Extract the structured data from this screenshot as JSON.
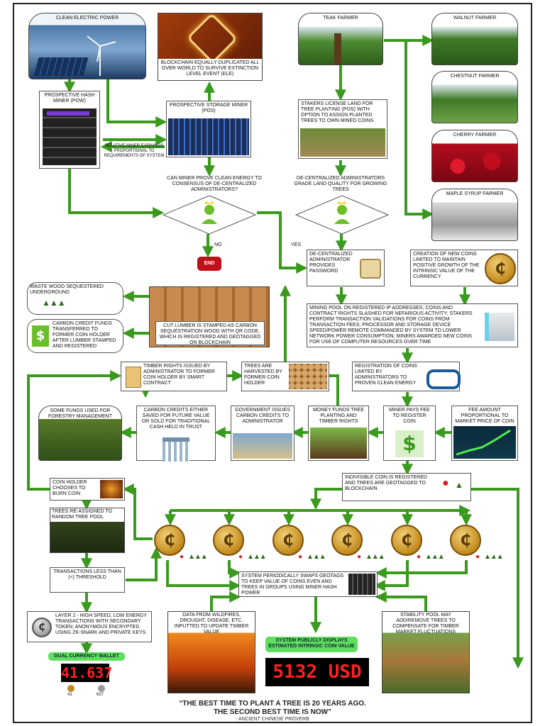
{
  "farmers": {
    "teak": "TEAK FARMER",
    "walnut": "WALNUT FARMER",
    "chestnut": "CHESTNUT FARMER",
    "cherry": "CHERRY FARMER",
    "maple": "MAPLE SYRUP FARMER"
  },
  "top": {
    "clean_power": "CLEAN ELECTRIC POWER",
    "blockchain": "BLOCKCHAIN EQUALLY DUPLICATED ALL OVER WORLD TO SURVIVE EXTINCTION LEVEL EVENT (ELE)",
    "hash_miner": "PROSPECTIVE HASH MINER (POW)",
    "storage_miner": "PROSPECTIVE STORAGE MINER (POS)",
    "relative_earnings": "RELATIVE MINER EARNINGS PROPORTIONAL TO REQUIREMENTS OF SYSTEM",
    "stakers": "STAKERS LICENSE LAND FOR TREE PLANTING (POS) WITH OPTION TO ASSIGN PLANTED TREES TO OWN MINED COINS",
    "can_miner_prove": "CAN MINER PROVE CLEAN ENERGY TO CONSENSUS OF DE-CENTRALIZED ADMINISTRATORS?",
    "admins_grade": "DE-CENTRALIZED ADMINISTRATORS GRADE LAND QUALITY FOR GROWING TREES",
    "no": "NO",
    "yes": "YES",
    "end": "END",
    "admin_password": "DE-CENTRALIZED ADMINISTRATOR PROVIDES PASSWORD",
    "creation_new_coins": "CREATION OF NEW COINS LIMITED TO MAINTAIN POSITIVE GROWTH OF THE INTRINSIC VALUE OF THE CURRENCY"
  },
  "middle": {
    "waste_wood": "WASTE WOOD SEQUESTERED UNDERGROUND",
    "carbon_credit_funds": "CARBON CREDIT FUNDS TRANSFERRED TO FORMER COIN HOLDER AFTER LUMBER STAMPED AND REGISTERED",
    "cut_lumber": "CUT LUMBER IS STAMPED AS CARBON SEQUESTRATION WOOD WITH QR CODE, WHICH IS REGISTERED AND GEOTAGGED ON BLOCKCHAIN",
    "mining_pool": "MINING POOL ON REGISTERED IP ADDRESSES; COINS AND CONTRACT RIGHTS SLASHED FOR NEFARIOUS ACTIVITY; STAKERS PERFORM TRANSACTION VALIDATIONS FOR COINS FROM TRANSACTION FEES; PROCESSOR AND STORAGE DEVICE SPEED/POWER REMOTE COMMANDED BY SYSTEM TO LOWER NETWORK POWER CONSUMPTION; MINERS AWARDED NEW COINS FOR USE OF COMPUTER RESOURCES OVER TIME",
    "timber_rights": "TIMBER RIGHTS ISSUED BY ADMINISTRATOR TO FORMER COIN HOLDER BY SMART CONTRACT",
    "trees_harvested": "TREES ARE HARVESTED BY FORMER COIN HOLDER",
    "registration_coins": "REGISTRATION OF COINS LIMITED BY ADMINISTRATORS TO PROVEN CLEAN ENERGY",
    "some_funds": "SOME FUNDS USED FOR FORESTRY MANAGEMENT",
    "carbon_credits_saved": "CARBON CREDITS EITHER SAVED FOR FUTURE VALUE OR SOLD FOR TRADITIONAL CASH HELD IN TRUST",
    "govt_issues": "GOVERNMENT ISSUES CARBON CREDITS TO ADMINISTRATOR",
    "money_funds": "MONEY FUNDS TREE PLANTING AND TIMBER RIGHTS",
    "miner_pays_fee": "MINER PAYS FEE TO REGISTER COIN",
    "fee_amount": "FEE AMOUNT PROPORTIONAL TO MARKET PRICE OF COIN"
  },
  "bottom": {
    "burn_coin": "COIN HOLDER CHOOSES TO BURN COIN",
    "indivisible": "INDIVISIBLE COIN IS REGISTERED AND TREES ARE GEOTAGGED TO BLOCKCHAIN",
    "reassigned": "TREES RE-ASSIGNED TO RANDOM TREE POOL",
    "transactions_less": "TRANSACTIONS LESS THAN (<) THRESHOLD",
    "system_swaps": "SYSTEM PERIODICALLY SWAPS GEOTAGS TO KEEP VALUE OF COINS EVEN AND TREES IN GROUPS USING MINER HASH POWER",
    "layer2": "LAYER 2 - HIGH SPEED, LOW ENERGY TRANSACTIONS WITH SECONDARY TOKEN; ANONYMOUS ENCRYPTED USING zk-SNARK AND PRIVATE KEYS",
    "wildfires": "DATA FROM WILDFIRES, DROUGHT, DISEASE, ETC. INPUTTED TO UPDATE TIMBER VALUE",
    "stability_pool": "STABILITY POOL MAY ADD/REMOVE TREES TO COMPENSATE FOR TIMBER MARKET FLUCTUATIONS",
    "system_displays": "SYSTEM PUBLICLY DISPLAYS ESTIMATED INTRINSIC COIN VALUE",
    "dual_wallet": "DUAL CURRENCY WALLET",
    "wallet_display": "41.637",
    "wallet_coin_a": "41",
    "wallet_coin_b": "637",
    "usd_display": "5132 USD"
  },
  "footer": {
    "quote_line1": "“THE BEST TIME TO PLANT A TREE IS 20 YEARS AGO.",
    "quote_line2": "THE SECOND BEST TIME IS NOW”",
    "attribution": "- ANCIENT CHINESE PROVERB"
  },
  "icons": {
    "coin_symbol": "₵",
    "tree_glyph": "▲▲▲",
    "pin_glyph": "●"
  },
  "colors": {
    "arrow_green": "#3a9a1e",
    "end_red": "#c0111a",
    "led_red": "#ff2020",
    "badge_green": "#5ee05e",
    "coin_gold": "#c28a1c"
  }
}
